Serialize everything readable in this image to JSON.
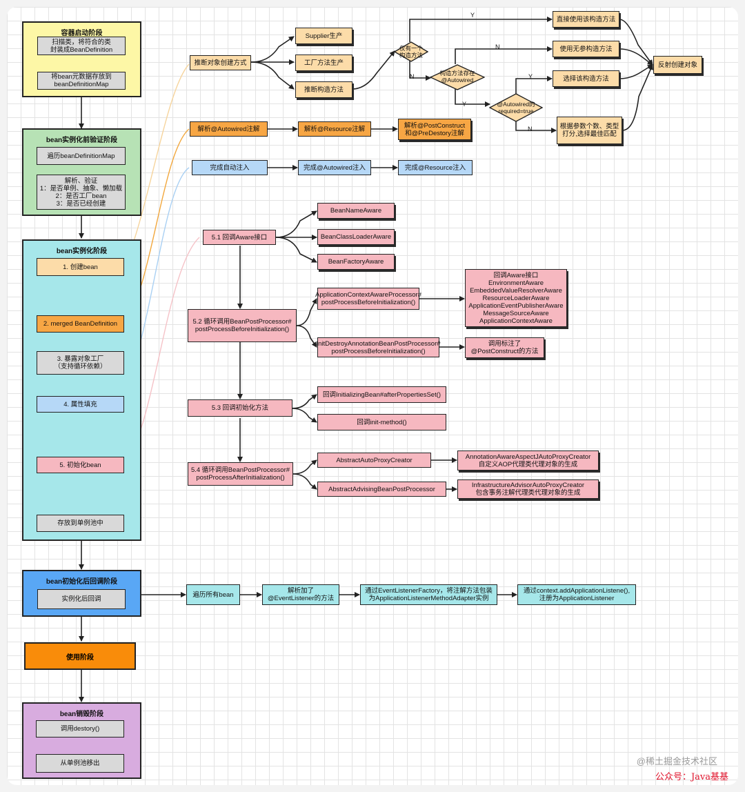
{
  "stages": {
    "container": {
      "title": "容器启动阶段",
      "color": "#fdf7a6",
      "steps": [
        "扫描类，将符合的类\n封装成BeanDefinition",
        "将bean元数据存放到\nbeanDefinitionMap"
      ]
    },
    "pre_validate": {
      "title": "bean实例化前验证阶段",
      "color": "#b7e2b5",
      "steps": [
        "遍历beanDefinitionMap",
        "解析、验证\n1：是否单例、抽象、懒加载\n2：是否工厂bean\n3：是否已经创建"
      ]
    },
    "instantiate": {
      "title": "bean实例化阶段",
      "color": "#a6e7ea",
      "steps": [
        "1. 创建bean",
        "2. merged BeanDefinition",
        "3. 暴露对象工厂\n（支持循环依赖）",
        "4. 属性填充",
        "5. 初始化bean",
        "存放到单例池中"
      ]
    },
    "post_init": {
      "title": "bean初始化后回调阶段",
      "color": "#59a7f5",
      "steps": [
        "实例化后回调"
      ]
    },
    "use": {
      "title": "使用阶段",
      "color": "#f98c0a"
    },
    "destroy": {
      "title": "bean销毁阶段",
      "color": "#d8acdf",
      "steps": [
        "调用destory()",
        "从单例池移出"
      ]
    }
  },
  "create_flow": {
    "infer": "推断对象创建方式",
    "supplier": "Supplier生产",
    "factory_method": "工厂方法生产",
    "infer_constructor": "推断构造方法",
    "only_one": "仅有一个\n构造方法",
    "autowired_exists": "构造方法存在\n@Autowired",
    "required_true": "@Autowired的\nrequired=true",
    "use_that": "直接使用该构造方法",
    "no_arg": "使用无参构造方法",
    "choose_that": "选择该构造方法",
    "score": "根据参数个数、类型\n打分,选择最佳匹配",
    "reflect": "反射创建对象",
    "yes": "Y",
    "no": "N"
  },
  "merged_flow": [
    "解析@Autowired注解",
    "解析@Resource注解",
    "解析@PostConstruct\n和@PreDestory注解"
  ],
  "populate_flow": [
    "完成自动注入",
    "完成@Autowired注入",
    "完成@Resource注入"
  ],
  "init_flow": {
    "aware": "5.1 回调Aware接口",
    "aware_items": [
      "BeanNameAware",
      "BeanClassLoaderAware",
      "BeanFactoryAware"
    ],
    "before": "5.2 循环调用BeanPostProcessor#\npostProcessBeforeInitialization()",
    "before_p1": "ApplicationContextAwareProcessor#\npostProcessBeforeInitialization()",
    "before_p1_out": "回调Aware接口\nEnvironmentAware\nEmbeddedValueResolverAware\nResourceLoaderAware\nApplicationEventPublisherAware\nMessageSourceAware\nApplicationContextAware",
    "before_p2": "InitDestroyAnnotationBeanPostProcessor#\npostProcessBeforeInitialization()",
    "before_p2_out": "调用标注了\n@PostConstruct的方法",
    "init_methods": "5.3 回调初始化方法",
    "init_items": [
      "回调InitializingBean#afterPropertiesSet()",
      "回调init-method()"
    ],
    "after": "5.4 循环调用BeanPostProcessor#\npostProcessAfterInitialization()",
    "after_p1": "AbstractAutoProxyCreator",
    "after_p1_out": "AnnotationAwareAspectJAutoProxyCreator\n自定义AOP代理类代理对象的生成",
    "after_p2": "AbstractAdvisingBeanPostProcessor",
    "after_p2_out": "InfrastructureAdvisorAutoProxyCreator\n包含事务注解代理类代理对象的生成"
  },
  "callback_flow": [
    "遍历所有bean",
    "解析加了\n@EventListener的方法",
    "通过EventListenerFactory，将注解方法包装\n为ApplicationListenerMethodAdapter实例",
    "通过context.addApplicationListene(),\n注册为ApplicationListener"
  ],
  "watermark": {
    "site": "@稀土掘金技术社区",
    "account": "公众号：Java基基"
  }
}
